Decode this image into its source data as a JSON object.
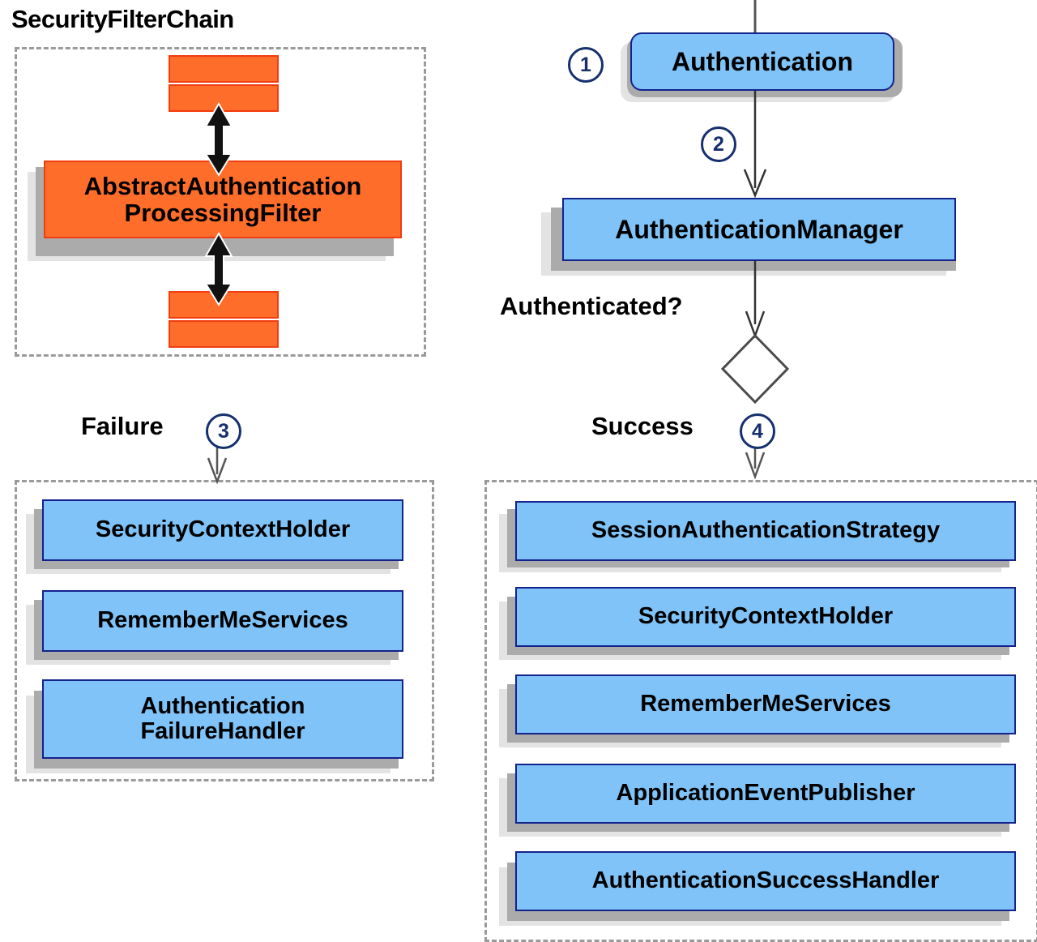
{
  "diagram": {
    "title": "Spring Security AbstractAuthenticationProcessingFilter flow",
    "colors": {
      "node_fill": "#7FC3F8",
      "node_border": "#14228C",
      "filter_fill": "#FF6D2B",
      "filter_border": "#F23C10",
      "shadow_dark": "#ABABAB",
      "shadow_light": "#E3E3E3",
      "circle_stroke": "#16306E",
      "group_border": "#9A9A9A",
      "background": "#FFFFFF"
    }
  },
  "filter_chain": {
    "title": "SecurityFilterChain",
    "bars": [
      {
        "id": "filter-bar-top-1",
        "label": ""
      },
      {
        "id": "filter-bar-top-2",
        "label": ""
      },
      {
        "id": "filter-bar-bottom-1",
        "label": ""
      },
      {
        "id": "filter-bar-bottom-2",
        "label": ""
      }
    ],
    "main_filter": {
      "line1": "AbstractAuthentication",
      "line2": "ProcessingFilter"
    }
  },
  "flow": {
    "authentication": {
      "label": "Authentication",
      "step": "1"
    },
    "step_2": "2",
    "authentication_manager": {
      "label": "AuthenticationManager"
    },
    "decision": {
      "label": "Authenticated?"
    },
    "failure": {
      "label": "Failure",
      "step": "3"
    },
    "success": {
      "label": "Success",
      "step": "4"
    }
  },
  "failure_group": {
    "items": [
      {
        "line1": "SecurityContextHolder",
        "line2": ""
      },
      {
        "line1": "RememberMeServices",
        "line2": ""
      },
      {
        "line1": "Authentication",
        "line2": "FailureHandler"
      }
    ]
  },
  "success_group": {
    "items": [
      {
        "line1": "SessionAuthenticationStrategy",
        "line2": ""
      },
      {
        "line1": "SecurityContextHolder",
        "line2": ""
      },
      {
        "line1": "RememberMeServices",
        "line2": ""
      },
      {
        "line1": "ApplicationEventPublisher",
        "line2": ""
      },
      {
        "line1": "AuthenticationSuccessHandler",
        "line2": ""
      }
    ]
  }
}
